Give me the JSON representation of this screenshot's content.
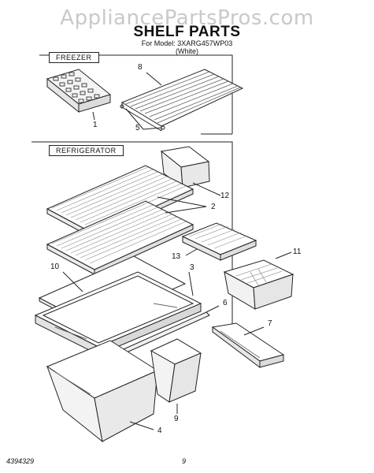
{
  "header": {
    "watermark": "AppliancePartsPros.com",
    "title": "SHELF PARTS",
    "model_line1": "For Model: 3XARG457WP03",
    "model_line2": "(White)"
  },
  "sections": {
    "freezer": "FREEZER",
    "refrigerator": "REFRIGERATOR"
  },
  "callouts": {
    "c1": "1",
    "c8": "8",
    "c5": "5",
    "c12": "12",
    "c2": "2",
    "c13": "13",
    "c11": "11",
    "c10": "10",
    "c3": "3",
    "c6": "6",
    "c7": "7",
    "c9": "9",
    "c4": "4"
  },
  "footer": {
    "doc_number": "4394329",
    "page_number": "9"
  }
}
